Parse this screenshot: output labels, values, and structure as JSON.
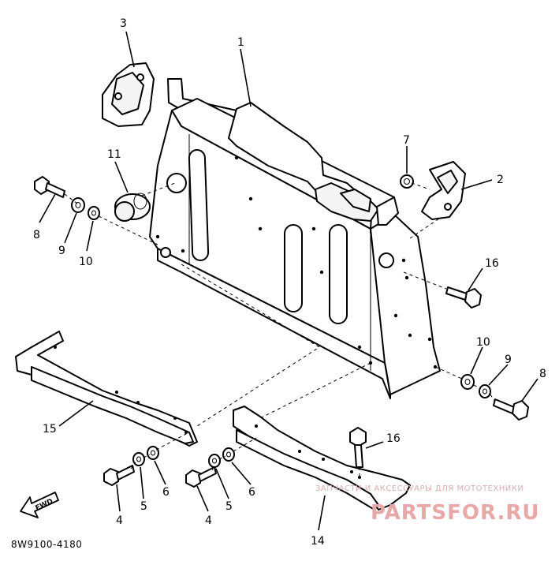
{
  "diagram_number": "8W9100-4180",
  "fwd_label": "FWD",
  "watermark": {
    "tagline": "ЗАПЧАСТИ И АКСЕССУАРЫ ДЛЯ МОТОТЕХНИКИ",
    "brand": "PARTSFOR.RU"
  },
  "callouts": [
    {
      "id": "c1",
      "text": "1"
    },
    {
      "id": "c2",
      "text": "2"
    },
    {
      "id": "c3",
      "text": "3"
    },
    {
      "id": "c4a",
      "text": "4"
    },
    {
      "id": "c4b",
      "text": "4"
    },
    {
      "id": "c5a",
      "text": "5"
    },
    {
      "id": "c5b",
      "text": "5"
    },
    {
      "id": "c6a",
      "text": "6"
    },
    {
      "id": "c6b",
      "text": "6"
    },
    {
      "id": "c7",
      "text": "7"
    },
    {
      "id": "c8a",
      "text": "8"
    },
    {
      "id": "c8b",
      "text": "8"
    },
    {
      "id": "c9a",
      "text": "9"
    },
    {
      "id": "c9b",
      "text": "9"
    },
    {
      "id": "c10a",
      "text": "10"
    },
    {
      "id": "c10b",
      "text": "10"
    },
    {
      "id": "c11",
      "text": "11"
    },
    {
      "id": "c14",
      "text": "14"
    },
    {
      "id": "c15",
      "text": "15"
    },
    {
      "id": "c16a",
      "text": "16"
    },
    {
      "id": "c16b",
      "text": "16"
    }
  ]
}
